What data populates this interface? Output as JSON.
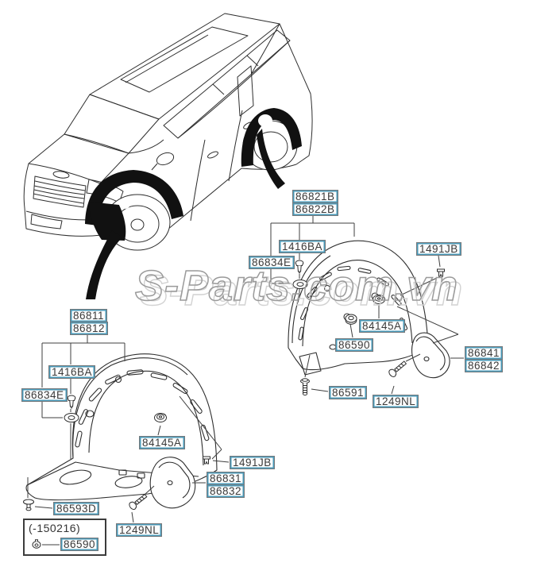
{
  "watermark": "S-Parts.com.vn",
  "callouts": {
    "rear": {
      "liner_upper": "86821B",
      "liner_lower": "86822B",
      "screw": "1416BA",
      "grommet": "86834E",
      "clip": "1491JB",
      "nut": "86590",
      "washer_nut": "84145A",
      "mudguard_upper": "86841",
      "mudguard_lower": "86842",
      "bolt": "86591",
      "mud_bolt": "1249NL"
    },
    "front": {
      "liner_upper": "86811",
      "liner_lower": "86812",
      "screw": "1416BA",
      "grommet": "86834E",
      "washer_nut": "84145A",
      "clip": "1491JB",
      "mudguard_upper": "86831",
      "mudguard_lower": "86832",
      "rivet": "86593D",
      "mud_bolt": "1249NL"
    },
    "note": {
      "date_range": "(-150216)",
      "part": "86590"
    }
  },
  "colors": {
    "label_inner_border": "#4b9ab9",
    "label_outer_border": "#76797b",
    "line": "#3f3f3f",
    "art": "#2e2e2e",
    "watermark": "#9a9a9a"
  }
}
